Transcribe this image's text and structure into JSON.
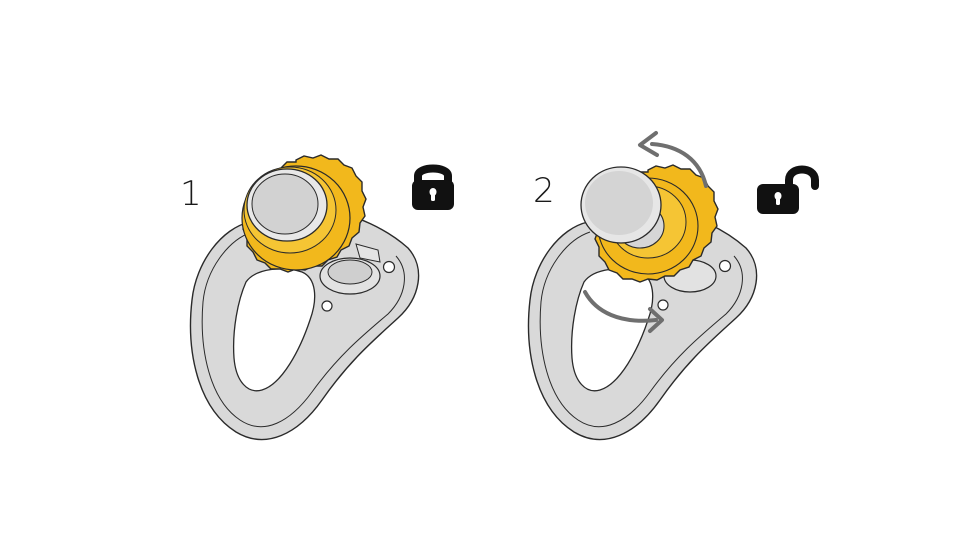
{
  "steps": [
    {
      "number": "1",
      "state": "locked",
      "icon": "padlock-locked-icon"
    },
    {
      "number": "2",
      "state": "unlocked",
      "icon": "padlock-unlocked-icon"
    }
  ],
  "colors": {
    "plate_fill": "#d9d9d9",
    "plate_stroke": "#2a2a2a",
    "knob_fill": "#f2b81c",
    "knob_stroke": "#2a2a2a",
    "cap_fill": "#d2d2d2",
    "arrow_color": "#6f6f6f",
    "lock_color": "#111111"
  }
}
